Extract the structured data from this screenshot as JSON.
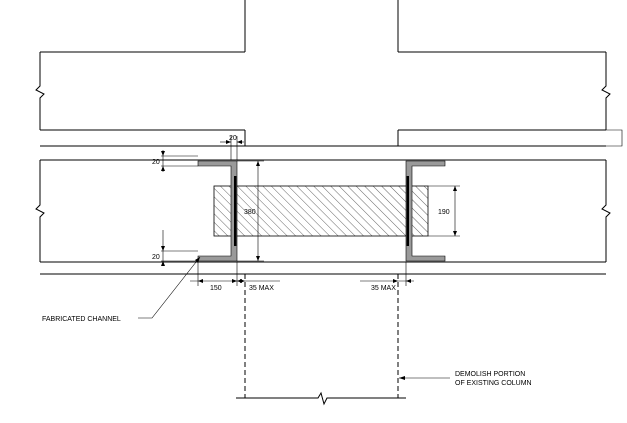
{
  "title": "",
  "dimensions": {
    "plate_thickness": "20",
    "flange_thickness_top": "20",
    "flange_thickness_bottom": "20",
    "channel_depth": "380",
    "beam_depth": "190",
    "flange_width": "150",
    "gap_left": "35 MAX",
    "gap_right": "35 MAX"
  },
  "annotations": {
    "fabricated_channel": "FABRICATED CHANNEL",
    "demolish_line1": "DEMOLISH PORTION",
    "demolish_line2": "OF EXISTING COLUMN"
  },
  "colors": {
    "line": "#000000",
    "channel_fill": "#9a9a9a",
    "background": "#ffffff"
  }
}
